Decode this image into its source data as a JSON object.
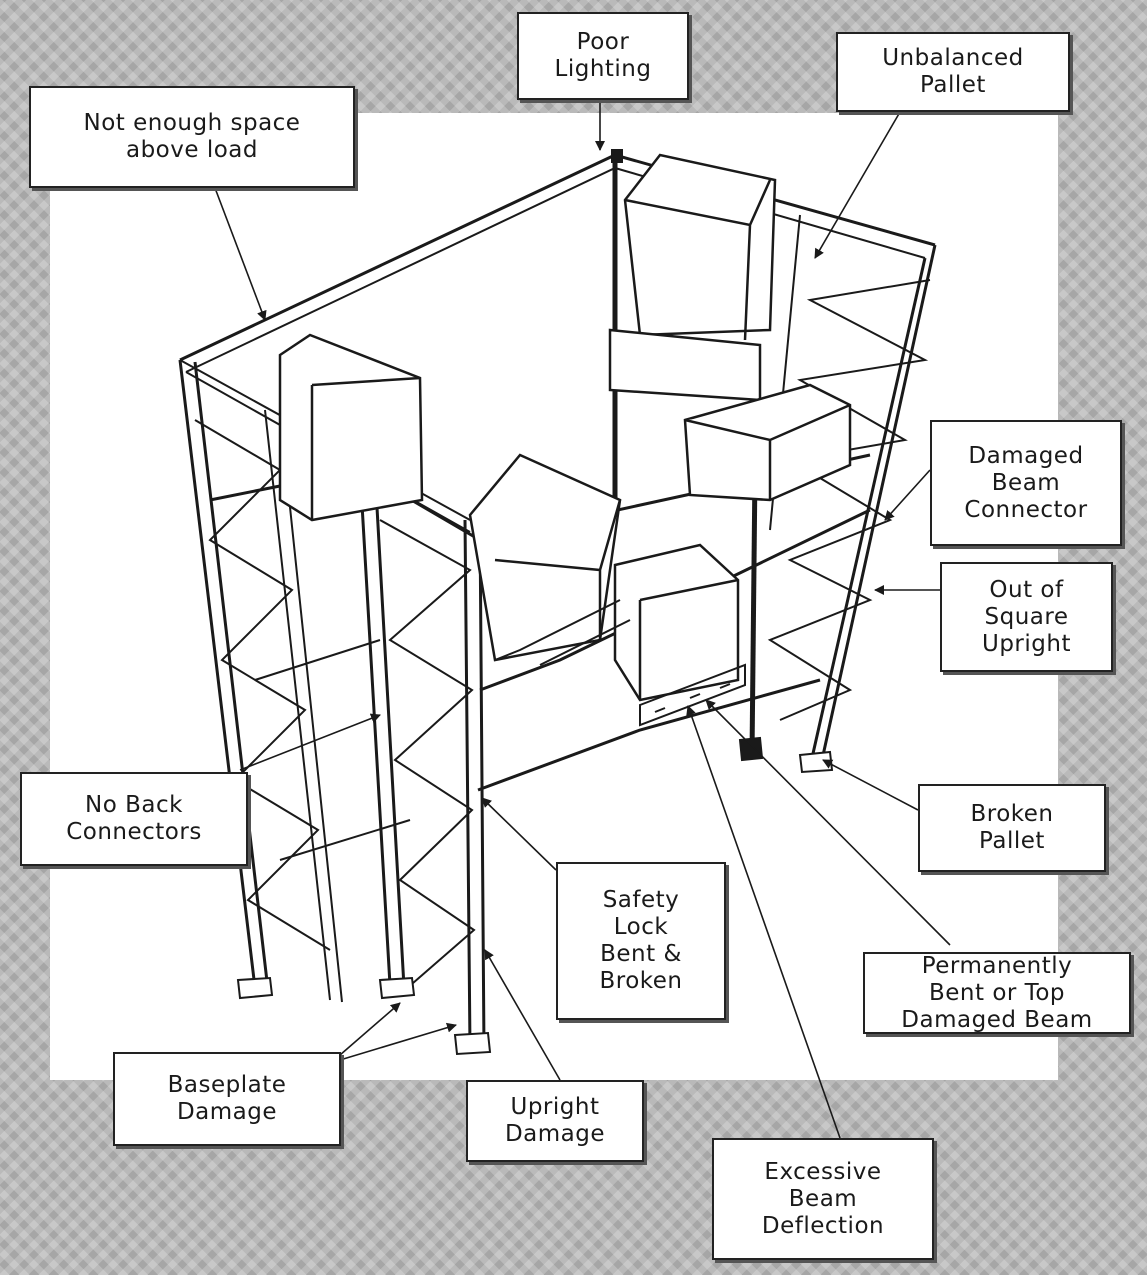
{
  "labels": {
    "poor_lighting": "Poor\nLighting",
    "unbalanced_pallet": "Unbalanced\nPallet",
    "not_enough_space": "Not enough space\nabove load",
    "damaged_beam_connector": "Damaged\nBeam\nConnector",
    "out_of_square_upright": "Out of\nSquare\nUpright",
    "no_back_connectors": "No Back\nConnectors",
    "broken_pallet": "Broken\nPallet",
    "safety_lock": "Safety\nLock\nBent &\nBroken",
    "permanently_bent": "Permanently\nBent or Top\nDamaged Beam",
    "baseplate_damage": "Baseplate\nDamage",
    "upright_damage": "Upright\nDamage",
    "excessive_deflection": "Excessive\nBeam\nDeflection"
  },
  "colors": {
    "line": "#1a1a1a",
    "panel": "#ffffff",
    "background": "#b9b9b9"
  }
}
